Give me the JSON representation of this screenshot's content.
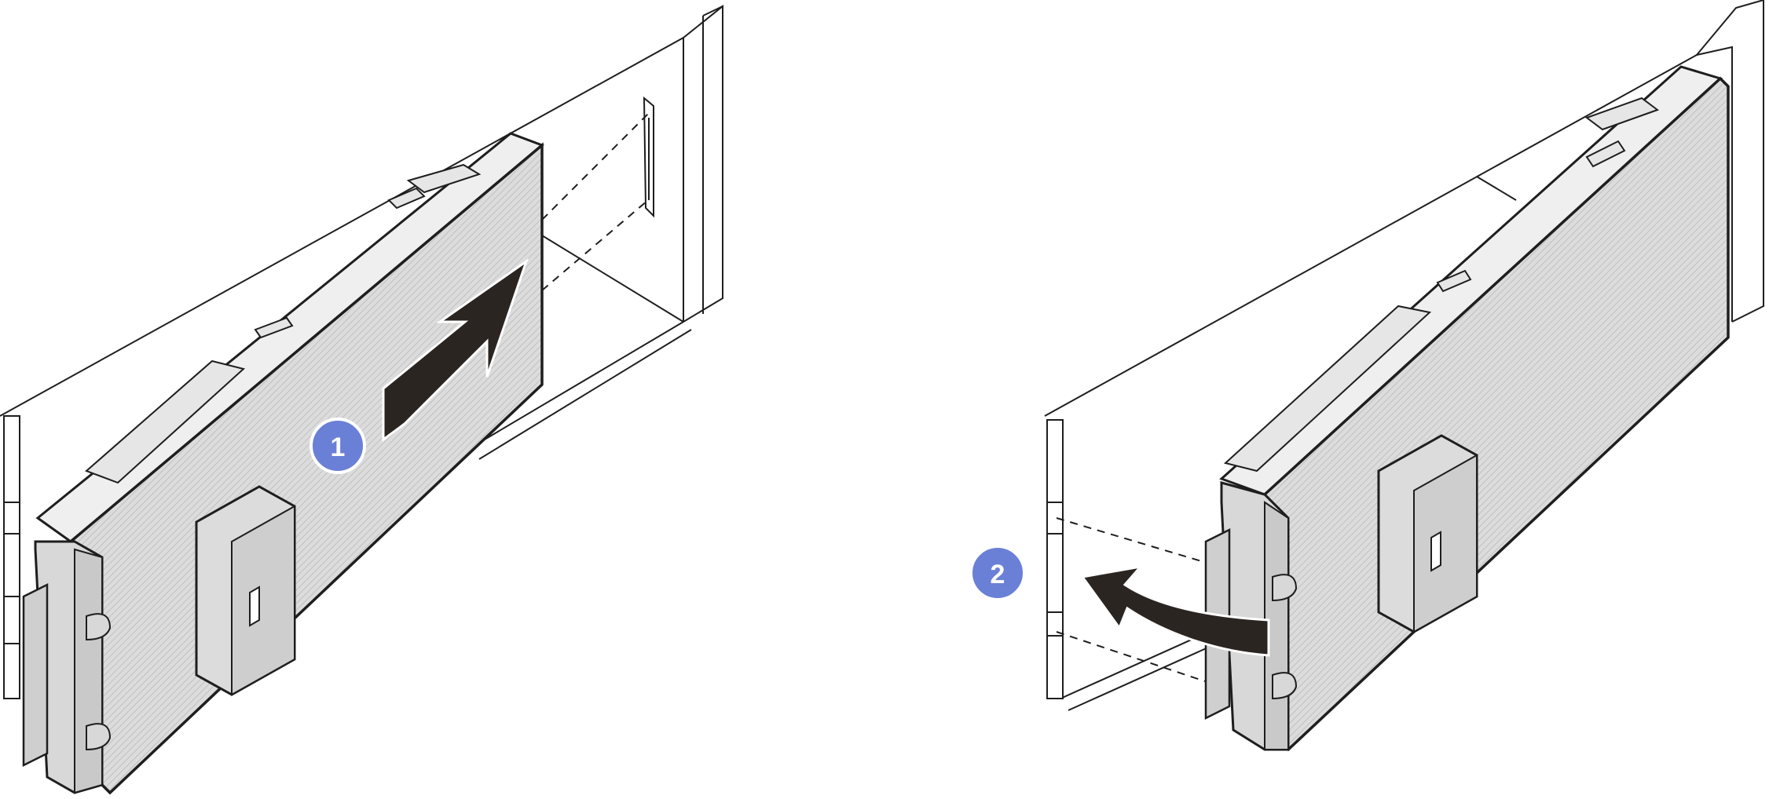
{
  "steps": [
    {
      "number": "1",
      "action": "slide-in"
    },
    {
      "number": "2",
      "action": "rotate-latch"
    }
  ],
  "colors": {
    "badge": "#6a7fd6",
    "arrow": "#2b2522",
    "panel_fill": "#dcdcdc",
    "panel_texture": "#b9b9b9",
    "line": "#1e1e1e",
    "background": "#ffffff"
  },
  "icons": [
    "push-arrow-icon",
    "curved-arrow-icon",
    "alignment-guide"
  ]
}
